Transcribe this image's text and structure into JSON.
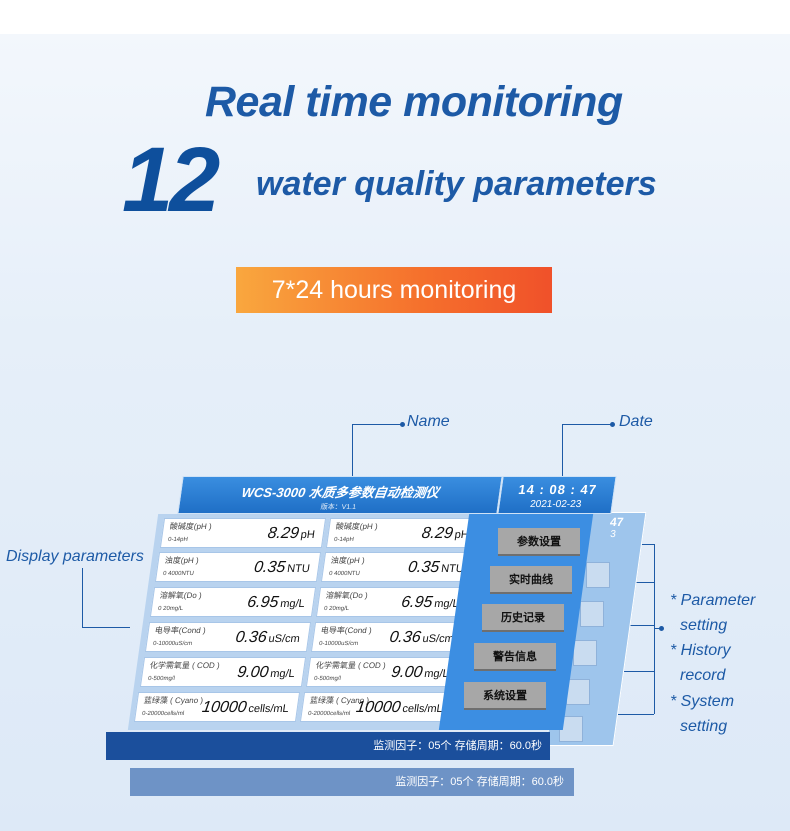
{
  "headline": "Real time monitoring",
  "big_number": "12",
  "subline": "water quality parameters",
  "badge": "7*24 hours monitoring",
  "annotations": {
    "name": "Name",
    "date": "Date",
    "display": "Display parameters",
    "parameter_1": "* Parameter",
    "parameter_2": "setting",
    "history_1": "* History",
    "history_2": "record",
    "system_1": "* System",
    "system_2": "setting"
  },
  "device": {
    "title": "WCS-3000  水质多参数自动检测仪",
    "version": "版本：V1.1",
    "time": "14 : 08 : 47",
    "date": "2021-02-23",
    "back_time": "47",
    "back_date": "3",
    "status": "监测因子：05个   存储周期：60.0秒",
    "shadow_status": "监测因子：05个   存储周期：60.0秒"
  },
  "params": [
    {
      "name": "酸碱度(pH )",
      "range": "0-14pH",
      "value": "8.29",
      "unit": "pH"
    },
    {
      "name": "酸碱度(pH )",
      "range": "0-14pH",
      "value": "8.29",
      "unit": "pH"
    },
    {
      "name": "浊度(pH )",
      "range": "0 4000NTU",
      "value": "0.35",
      "unit": "NTU"
    },
    {
      "name": "浊度(pH )",
      "range": "0 4000NTU",
      "value": "0.35",
      "unit": "NTU"
    },
    {
      "name": "溶解氧(Do )",
      "range": "0 20mg/L",
      "value": "6.95",
      "unit": "mg/L"
    },
    {
      "name": "溶解氧(Do )",
      "range": "0 20mg/L",
      "value": "6.95",
      "unit": "mg/L"
    },
    {
      "name": "电导率(Cond )",
      "range": "0-10000uS/cm",
      "value": "0.36",
      "unit": "uS/cm"
    },
    {
      "name": "电导率(Cond )",
      "range": "0-10000uS/cm",
      "value": "0.36",
      "unit": "uS/cm"
    },
    {
      "name": "化学需氧量 ( COD )",
      "range": "0-500mg/l",
      "value": "9.00",
      "unit": "mg/L"
    },
    {
      "name": "化学需氧量 ( COD )",
      "range": "0-500mg/l",
      "value": "9.00",
      "unit": "mg/L"
    },
    {
      "name": "蓝绿藻 ( Cyano )",
      "range": "0-20000cells/ml",
      "value": "10000",
      "unit": "cells/mL"
    },
    {
      "name": "蓝绿藻 ( Cyano )",
      "range": "0-20000cells/ml",
      "value": "10000",
      "unit": "cells/mL"
    }
  ],
  "menu": {
    "params": "参数设置",
    "curve": "实时曲线",
    "history": "历史记录",
    "alarm": "警告信息",
    "system": "系统设置"
  }
}
